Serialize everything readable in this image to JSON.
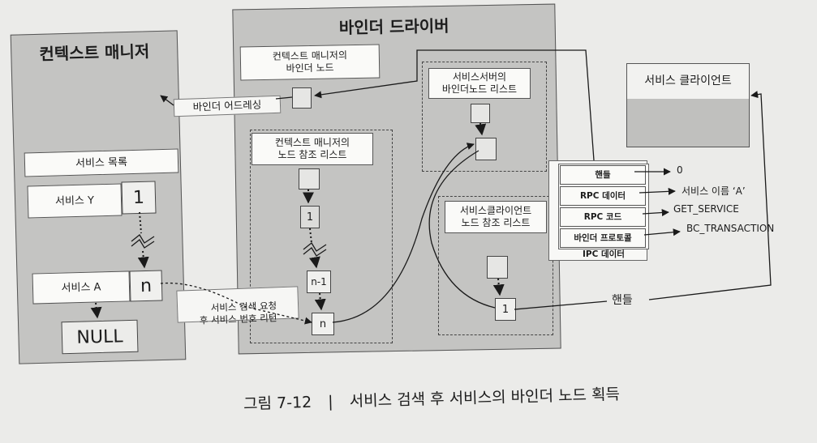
{
  "context_manager": {
    "title": "컨텍스트 매니저",
    "service_list": "서비스 목록",
    "service_y": "서비스 Y",
    "service_y_num": "1",
    "service_a": "서비스 A",
    "service_a_num": "n",
    "null_label": "NULL"
  },
  "binder_driver": {
    "title": "바인더 드라이버",
    "cm_node": "컨텍스트 매니저의\n바인더 노드",
    "cm_ref_list": "컨텍스트 매니저의\n노드 참조 리스트",
    "ref_1": "1",
    "ref_n1": "n-1",
    "ref_n": "n",
    "server_node_list": "서비스서버의\n바인더노드 리스트",
    "client_ref_list": "서비스클라이언트\n노드 참조 리스트",
    "client_ref_1": "1"
  },
  "labels": {
    "binder_addressing": "바인더 어드레싱",
    "lookup": "서비스 검색 요청\n후 서비스 번호 리턴",
    "handle_return": "핸들"
  },
  "service_client": {
    "title": "서비스 클라이언트"
  },
  "ipc_data": {
    "title": "IPC 데이터",
    "rows": [
      {
        "label": "핸들",
        "value": "0"
      },
      {
        "label": "RPC 데이터",
        "value": "서비스 이름 ‘A’"
      },
      {
        "label": "RPC 코드",
        "value": "GET_SERVICE"
      },
      {
        "label": "바인더 프로토콜",
        "value": "BC_TRANSACTION"
      }
    ]
  },
  "caption": {
    "figure": "그림 7-12",
    "separator": "|",
    "text": "서비스 검색 후 서비스의 바인더 노드 획득"
  }
}
